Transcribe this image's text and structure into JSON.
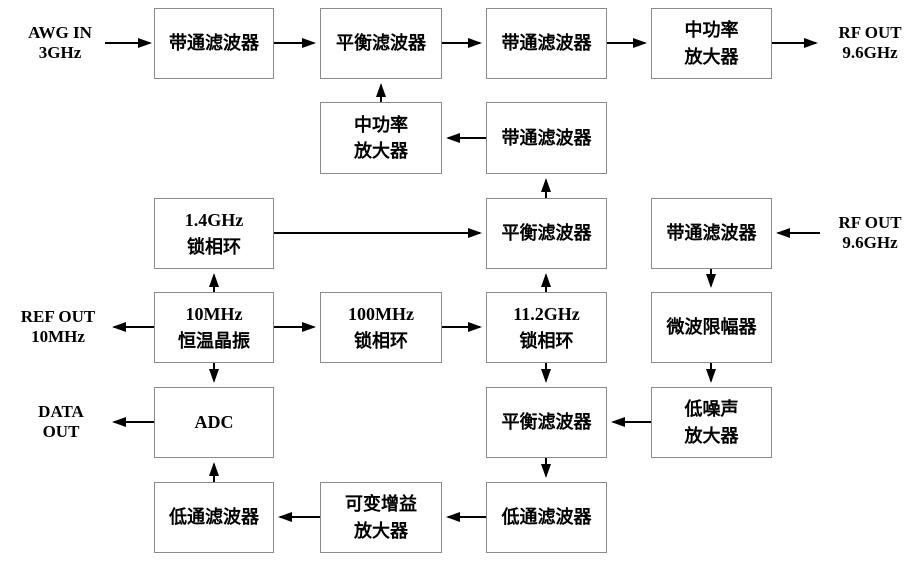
{
  "diagram": {
    "colors": {
      "background": "#ffffff",
      "box_border": "#8a8a8a",
      "arrow": "#000000",
      "text": "#000000"
    },
    "nodes": {
      "bpf_tx1": {
        "lines": [
          "带通滤波器"
        ]
      },
      "balf_tx": {
        "lines": [
          "平衡滤波器"
        ]
      },
      "bpf_tx2": {
        "lines": [
          "带通滤波器"
        ]
      },
      "mpa_out": {
        "lines": [
          "中功率",
          "放大器"
        ]
      },
      "mpa_mid": {
        "lines": [
          "中功率",
          "放大器"
        ]
      },
      "bpf_mid": {
        "lines": [
          "带通滤波器"
        ]
      },
      "pll_1p4": {
        "lines": [
          "1.4GHz",
          "锁相环"
        ]
      },
      "balf_lo": {
        "lines": [
          "平衡滤波器"
        ]
      },
      "bpf_rx": {
        "lines": [
          "带通滤波器"
        ]
      },
      "ocxo": {
        "lines": [
          "10MHz",
          "恒温晶振"
        ]
      },
      "pll_100m": {
        "lines": [
          "100MHz",
          "锁相环"
        ]
      },
      "pll_11p2": {
        "lines": [
          "11.2GHz",
          "锁相环"
        ]
      },
      "limiter": {
        "lines": [
          "微波限幅器"
        ]
      },
      "adc": {
        "lines": [
          "ADC"
        ]
      },
      "balf_rx": {
        "lines": [
          "平衡滤波器"
        ]
      },
      "lna": {
        "lines": [
          "低噪声",
          "放大器"
        ]
      },
      "lpf_out": {
        "lines": [
          "低通滤波器"
        ]
      },
      "vga": {
        "lines": [
          "可变增益",
          "放大器"
        ]
      },
      "lpf_in": {
        "lines": [
          "低通滤波器"
        ]
      }
    },
    "io_labels": {
      "awg_in": {
        "lines": [
          "AWG IN",
          "3GHz"
        ]
      },
      "rf_out_top": {
        "lines": [
          "RF OUT",
          "9.6GHz"
        ]
      },
      "rf_out_right": {
        "lines": [
          "RF OUT",
          "9.6GHz"
        ]
      },
      "ref_out": {
        "lines": [
          "REF OUT",
          "10MHz"
        ]
      },
      "data_out": {
        "lines": [
          "DATA",
          "OUT"
        ]
      }
    },
    "edges": [
      {
        "from": "awg_in",
        "to": "bpf_tx1"
      },
      {
        "from": "bpf_tx1",
        "to": "balf_tx"
      },
      {
        "from": "balf_tx",
        "to": "bpf_tx2"
      },
      {
        "from": "bpf_tx2",
        "to": "mpa_out"
      },
      {
        "from": "mpa_out",
        "to": "rf_out_top"
      },
      {
        "from": "mpa_mid",
        "to": "balf_tx"
      },
      {
        "from": "bpf_mid",
        "to": "mpa_mid"
      },
      {
        "from": "balf_lo",
        "to": "bpf_mid"
      },
      {
        "from": "pll_1p4",
        "to": "balf_lo"
      },
      {
        "from": "rf_out_right",
        "to": "bpf_rx"
      },
      {
        "from": "bpf_rx",
        "to": "limiter"
      },
      {
        "from": "ocxo",
        "to": "ref_out"
      },
      {
        "from": "ocxo",
        "to": "pll_1p4"
      },
      {
        "from": "ocxo",
        "to": "pll_100m"
      },
      {
        "from": "ocxo",
        "to": "adc"
      },
      {
        "from": "pll_100m",
        "to": "pll_11p2"
      },
      {
        "from": "pll_11p2",
        "to": "balf_lo"
      },
      {
        "from": "pll_11p2",
        "to": "balf_rx"
      },
      {
        "from": "limiter",
        "to": "lna"
      },
      {
        "from": "lna",
        "to": "balf_rx"
      },
      {
        "from": "balf_rx",
        "to": "lpf_in"
      },
      {
        "from": "lpf_in",
        "to": "vga"
      },
      {
        "from": "vga",
        "to": "lpf_out"
      },
      {
        "from": "lpf_out",
        "to": "adc"
      },
      {
        "from": "adc",
        "to": "data_out"
      }
    ]
  }
}
